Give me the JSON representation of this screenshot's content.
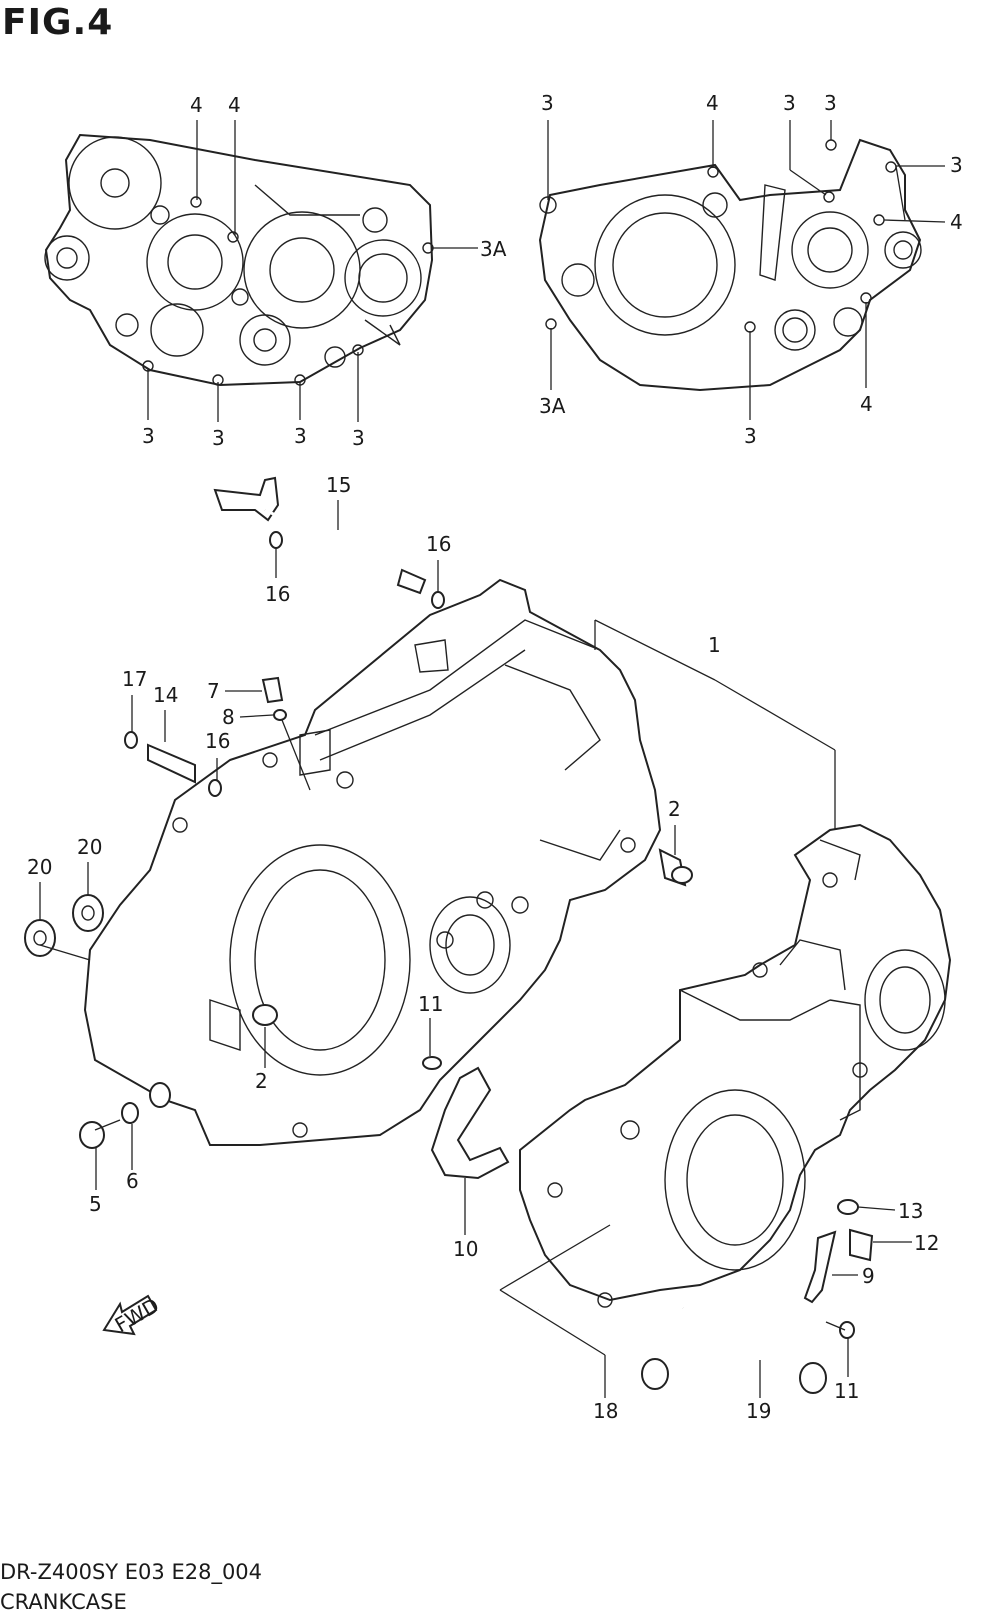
{
  "figure": {
    "title": "FIG.4",
    "code": "DR-Z400SY E03 E28_004",
    "name": "CRANKCASE",
    "arrow_label": "FWD"
  },
  "callouts": [
    {
      "id": "c-top-l-4a",
      "text": "4"
    },
    {
      "id": "c-top-l-4b",
      "text": "4"
    },
    {
      "id": "c-top-l-3A",
      "text": "3A"
    },
    {
      "id": "c-top-l-3a",
      "text": "3"
    },
    {
      "id": "c-top-l-3b",
      "text": "3"
    },
    {
      "id": "c-top-l-3c",
      "text": "3"
    },
    {
      "id": "c-top-l-3d",
      "text": "3"
    },
    {
      "id": "c-top-r-3a",
      "text": "3"
    },
    {
      "id": "c-top-r-4a",
      "text": "4"
    },
    {
      "id": "c-top-r-3b",
      "text": "3"
    },
    {
      "id": "c-top-r-3c",
      "text": "3"
    },
    {
      "id": "c-top-r-3d",
      "text": "3"
    },
    {
      "id": "c-top-r-4b",
      "text": "4"
    },
    {
      "id": "c-top-r-3A",
      "text": "3A"
    },
    {
      "id": "c-top-r-3e",
      "text": "3"
    },
    {
      "id": "c-top-r-4c",
      "text": "4"
    },
    {
      "id": "c-15",
      "text": "15"
    },
    {
      "id": "c-16a",
      "text": "16"
    },
    {
      "id": "c-16b",
      "text": "16"
    },
    {
      "id": "c-1",
      "text": "1"
    },
    {
      "id": "c-17",
      "text": "17"
    },
    {
      "id": "c-14",
      "text": "14"
    },
    {
      "id": "c-7",
      "text": "7"
    },
    {
      "id": "c-8",
      "text": "8"
    },
    {
      "id": "c-16c",
      "text": "16"
    },
    {
      "id": "c-2a",
      "text": "2"
    },
    {
      "id": "c-20a",
      "text": "20"
    },
    {
      "id": "c-20b",
      "text": "20"
    },
    {
      "id": "c-11a",
      "text": "11"
    },
    {
      "id": "c-2b",
      "text": "2"
    },
    {
      "id": "c-5",
      "text": "5"
    },
    {
      "id": "c-6",
      "text": "6"
    },
    {
      "id": "c-10",
      "text": "10"
    },
    {
      "id": "c-13",
      "text": "13"
    },
    {
      "id": "c-12",
      "text": "12"
    },
    {
      "id": "c-9",
      "text": "9"
    },
    {
      "id": "c-18",
      "text": "18"
    },
    {
      "id": "c-19",
      "text": "19"
    },
    {
      "id": "c-11b",
      "text": "11"
    }
  ]
}
